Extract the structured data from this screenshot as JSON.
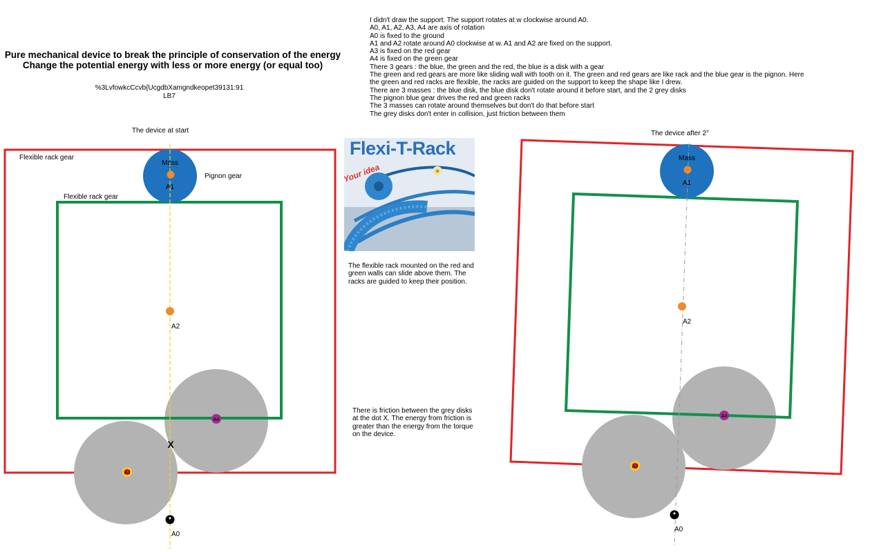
{
  "title": {
    "line1": "Pure mechanical device to break the principle of conservation of the energy",
    "line2": "Change the potential energy with less or more energy (or equal too)"
  },
  "code": {
    "line1": "%3LvfowkcCcvb{UcgdbXamgndkeopet39131:91",
    "line2": "LB7"
  },
  "notes": [
    "I didn't draw the support. The support rotates at w clockwise around A0.",
    "A0, A1, A2, A3, A4 are axis of rotation",
    "A0 is fixed to the ground",
    "A1 and A2 rotate around A0 clockwise at w. A1 and A2 are fixed on the support.",
    "A3 is fixed on the red gear",
    "A4 is fixed on the green gear",
    "There 3 gears : the blue, the green and the red, the blue is a disk with a gear",
    "The green and red gears are more like sliding wall with tooth on it. The green and red gears are like rack and the blue gear is the pignon. Here",
    "the green and red racks are flexible, the racks are guided on the support to keep the shape like I drew.",
    "There are 3 masses : the blue disk, the blue disk don't rotate around it before start, and the 2 grey disks",
    "The pignon blue gear drives the red and green racks",
    "The 3 masses can rotate around themselves but don't do that before start",
    "The grey disks don't enter in collision, just friction between them"
  ],
  "left": {
    "caption": "The device at start",
    "red_label": "Flexible rack gear",
    "green_label": "Flexible rack gear",
    "pignon_label": "Pignon gear",
    "mass_label": "Mass",
    "a1": "A1",
    "a2": "A2",
    "a0": "A0",
    "a3": "A3",
    "a4": "A4",
    "x": "X"
  },
  "right": {
    "caption": "The device after 2°",
    "mass_label": "Mass",
    "a1": "A1",
    "a2": "A2",
    "a0": "A0",
    "a3": "A3",
    "a4": "A4"
  },
  "photo": {
    "title": "Flexi-T-Rack",
    "tag": "Your idea"
  },
  "middle": {
    "rack_note": "The flexible rack mounted on the red and green walls can slide above them. The racks are guided to keep their position.",
    "friction_note": "There is friction between the grey disks at the dot X. The energy from friction is greater than the energy from the torque on the device."
  },
  "colors": {
    "red": "#e0242a",
    "green": "#14904a",
    "blue": "#1f72bd",
    "grey": "#b3b3b3",
    "orange": "#f08a2c",
    "axis": "#f5d31c",
    "purple": "#9a2f8f",
    "photo_blue": "#2b6fb8"
  }
}
